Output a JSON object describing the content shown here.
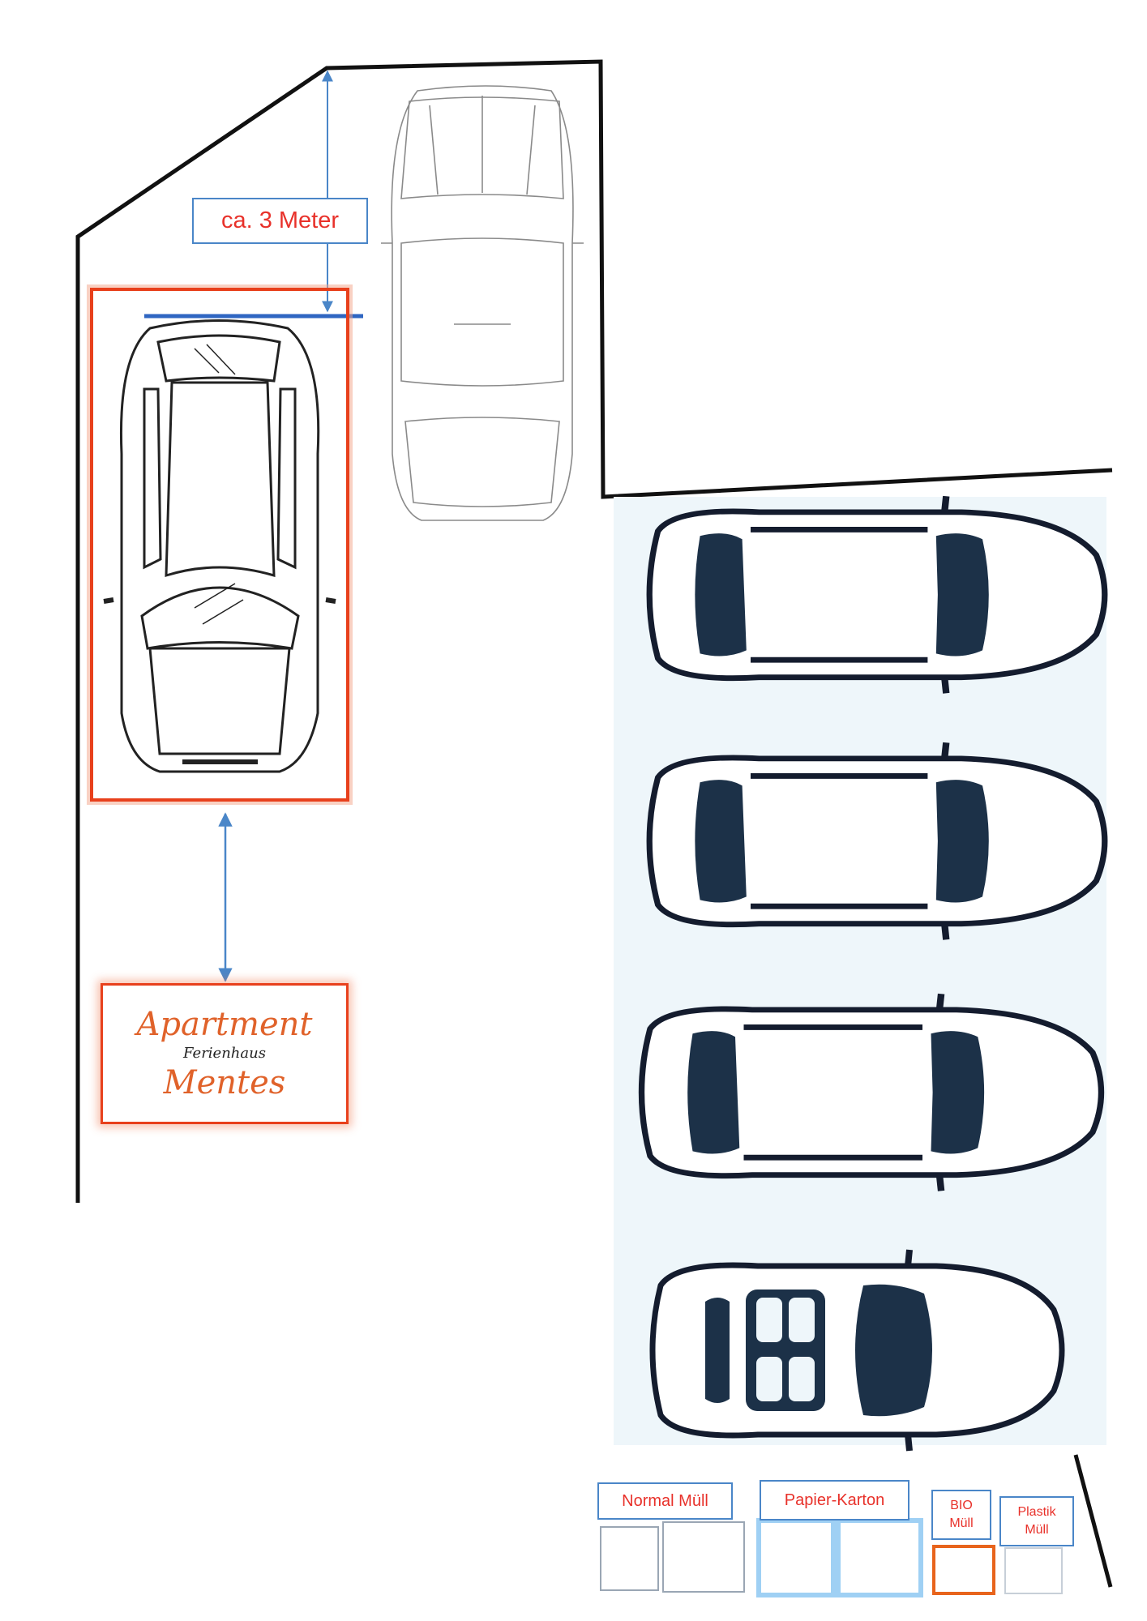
{
  "labels": {
    "distance": "ca. 3 Meter"
  },
  "sign": {
    "line1": "Apartment",
    "line2": "Ferienhaus",
    "line3": "Mentes"
  },
  "bins": [
    {
      "label": "Normal Müll"
    },
    {
      "label": "Papier-Karton"
    },
    {
      "label": "BIO\nMüll"
    },
    {
      "label": "Plastik\nMüll"
    }
  ],
  "colors": {
    "wall": "#111111",
    "measure": "#4a86c8",
    "highlight": "#e8401c",
    "label_text": "#e8312a",
    "car_dark": "#1c3148",
    "car_light_bg": "#eef6fa"
  },
  "icons": [
    "suv-icon",
    "sedan-outline-icon",
    "sedan-icon",
    "sedan-icon",
    "sedan-icon",
    "convertible-icon",
    "waste-bin-icon"
  ]
}
